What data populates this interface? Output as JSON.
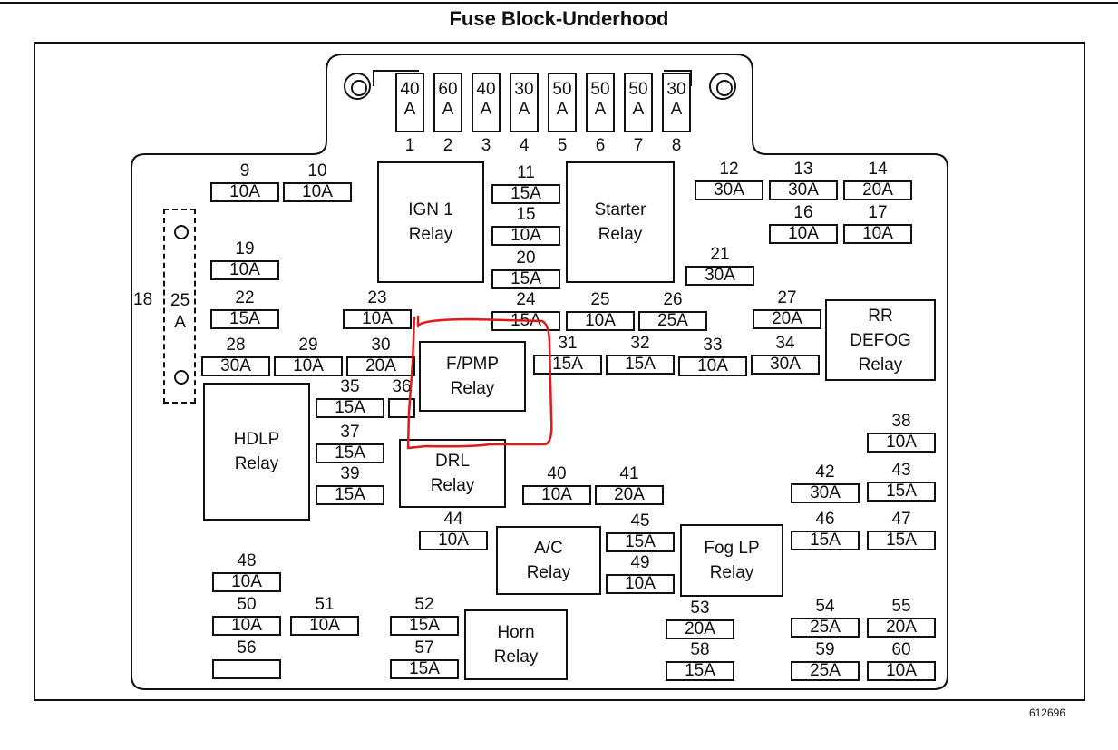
{
  "title": "Fuse Block-Underhood",
  "reference_number": "612696",
  "side_fuse": {
    "label": "18",
    "rating_num": "25",
    "rating_unit": "A"
  },
  "maxi_fuses": [
    {
      "id": "1",
      "r1": "40",
      "r2": "A"
    },
    {
      "id": "2",
      "r1": "60",
      "r2": "A"
    },
    {
      "id": "3",
      "r1": "40",
      "r2": "A"
    },
    {
      "id": "4",
      "r1": "30",
      "r2": "A"
    },
    {
      "id": "5",
      "r1": "50",
      "r2": "A"
    },
    {
      "id": "6",
      "r1": "50",
      "r2": "A"
    },
    {
      "id": "7",
      "r1": "50",
      "r2": "A"
    },
    {
      "id": "8",
      "r1": "30",
      "r2": "A"
    }
  ],
  "fuses": [
    {
      "id": "9",
      "rating": "10A"
    },
    {
      "id": "10",
      "rating": "10A"
    },
    {
      "id": "11",
      "rating": "15A"
    },
    {
      "id": "12",
      "rating": "30A"
    },
    {
      "id": "13",
      "rating": "30A"
    },
    {
      "id": "14",
      "rating": "20A"
    },
    {
      "id": "15",
      "rating": "10A"
    },
    {
      "id": "16",
      "rating": "10A"
    },
    {
      "id": "17",
      "rating": "10A"
    },
    {
      "id": "19",
      "rating": "10A"
    },
    {
      "id": "20",
      "rating": "15A"
    },
    {
      "id": "21",
      "rating": "30A"
    },
    {
      "id": "22",
      "rating": "15A"
    },
    {
      "id": "23",
      "rating": "10A"
    },
    {
      "id": "24",
      "rating": "15A"
    },
    {
      "id": "25",
      "rating": "10A"
    },
    {
      "id": "26",
      "rating": "25A"
    },
    {
      "id": "27",
      "rating": "20A"
    },
    {
      "id": "28",
      "rating": "30A"
    },
    {
      "id": "29",
      "rating": "10A"
    },
    {
      "id": "30",
      "rating": "20A"
    },
    {
      "id": "31",
      "rating": "15A"
    },
    {
      "id": "32",
      "rating": "15A"
    },
    {
      "id": "33",
      "rating": "10A"
    },
    {
      "id": "34",
      "rating": "30A"
    },
    {
      "id": "35",
      "rating": "15A"
    },
    {
      "id": "36",
      "rating": ""
    },
    {
      "id": "37",
      "rating": "15A"
    },
    {
      "id": "38",
      "rating": "10A"
    },
    {
      "id": "39",
      "rating": "15A"
    },
    {
      "id": "40",
      "rating": "10A"
    },
    {
      "id": "41",
      "rating": "20A"
    },
    {
      "id": "42",
      "rating": "30A"
    },
    {
      "id": "43",
      "rating": "15A"
    },
    {
      "id": "44",
      "rating": "10A"
    },
    {
      "id": "45",
      "rating": "15A"
    },
    {
      "id": "46",
      "rating": "15A"
    },
    {
      "id": "47",
      "rating": "15A"
    },
    {
      "id": "48",
      "rating": "10A"
    },
    {
      "id": "49",
      "rating": "10A"
    },
    {
      "id": "50",
      "rating": "10A"
    },
    {
      "id": "51",
      "rating": "10A"
    },
    {
      "id": "52",
      "rating": "15A"
    },
    {
      "id": "53",
      "rating": "20A"
    },
    {
      "id": "54",
      "rating": "25A"
    },
    {
      "id": "55",
      "rating": "20A"
    },
    {
      "id": "56",
      "rating": ""
    },
    {
      "id": "57",
      "rating": "15A"
    },
    {
      "id": "58",
      "rating": "15A"
    },
    {
      "id": "59",
      "rating": "25A"
    },
    {
      "id": "60",
      "rating": "10A"
    }
  ],
  "relays": [
    {
      "key": "ign1",
      "label": "IGN 1\nRelay"
    },
    {
      "key": "starter",
      "label": "Starter\nRelay"
    },
    {
      "key": "rr_defog",
      "label": "RR\nDEFOG\nRelay"
    },
    {
      "key": "fpmp",
      "label": "F/PMP\nRelay"
    },
    {
      "key": "hdlp",
      "label": "HDLP\nRelay"
    },
    {
      "key": "drl",
      "label": "DRL\nRelay"
    },
    {
      "key": "ac",
      "label": "A/C\nRelay"
    },
    {
      "key": "foglp",
      "label": "Fog LP\nRelay"
    },
    {
      "key": "horn",
      "label": "Horn\nRelay"
    }
  ],
  "colors": {
    "ink": "#111111",
    "highlight": "#e01a1a"
  }
}
